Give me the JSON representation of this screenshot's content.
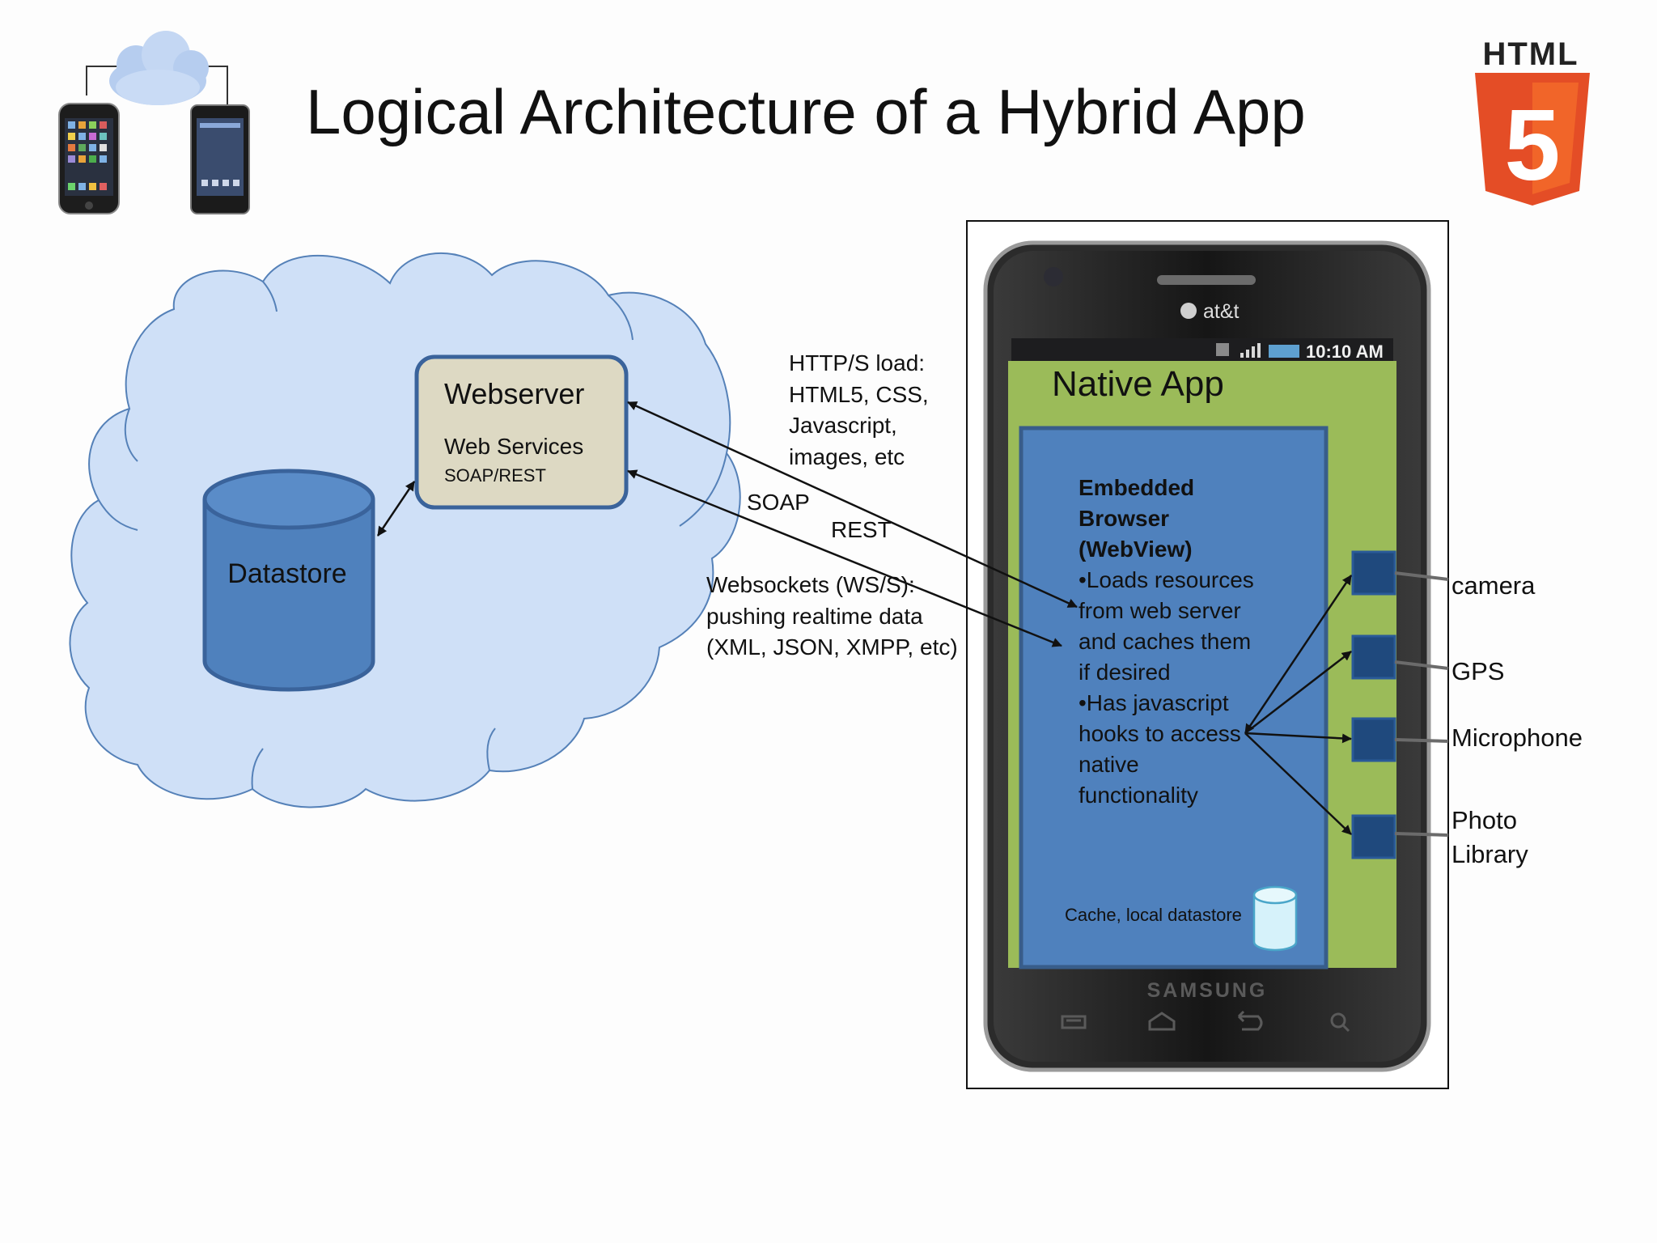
{
  "slide": {
    "title": "Logical Architecture of a Hybrid App"
  },
  "logo": {
    "text": "HTML",
    "digit": "5",
    "icon": "html5-logo-icon",
    "colors": {
      "shield": "#e44d26",
      "shield_light": "#f16529",
      "text": "#222222"
    }
  },
  "corner_graphic": {
    "icons": [
      "cloud-icon",
      "iphone-icon",
      "android-phone-icon"
    ]
  },
  "cloud": {
    "icon": "cloud-icon",
    "color": "#cfe0f7",
    "datastore": {
      "label": "Datastore",
      "icon": "database-cylinder-icon",
      "color": "#4f81bd"
    },
    "webserver": {
      "title": "Webserver",
      "line1": "Web Services",
      "line2": "SOAP/REST",
      "color": "#ddd9c3"
    }
  },
  "connections": {
    "http": [
      "HTTP/S load:",
      "HTML5, CSS,",
      "Javascript,",
      "images, etc"
    ],
    "soap": "SOAP",
    "rest": "REST",
    "websockets": [
      "Websockets (WS/S):",
      "pushing realtime data",
      "(XML, JSON, XMPP, etc)"
    ]
  },
  "phone": {
    "carrier": "at&t",
    "time": "10:10 AM",
    "brand": "SAMSUNG",
    "nav_icons": [
      "menu-icon",
      "home-icon",
      "back-icon",
      "search-icon"
    ],
    "native_app": {
      "title": "Native App",
      "color": "#9bbb59",
      "browser": {
        "color": "#4f81bd",
        "heading": [
          "Embedded",
          "Browser",
          "(WebView)"
        ],
        "bullet1": [
          "•Loads resources",
          "from web server",
          "and caches them",
          "if desired"
        ],
        "bullet2": [
          "•Has javascript",
          "hooks to access",
          "native",
          "functionality"
        ],
        "cache_label": "Cache, local datastore",
        "cache_icon": "database-cylinder-icon"
      }
    }
  },
  "device_features": [
    "camera",
    "GPS",
    "Microphone",
    [
      "Photo",
      "Library"
    ]
  ]
}
